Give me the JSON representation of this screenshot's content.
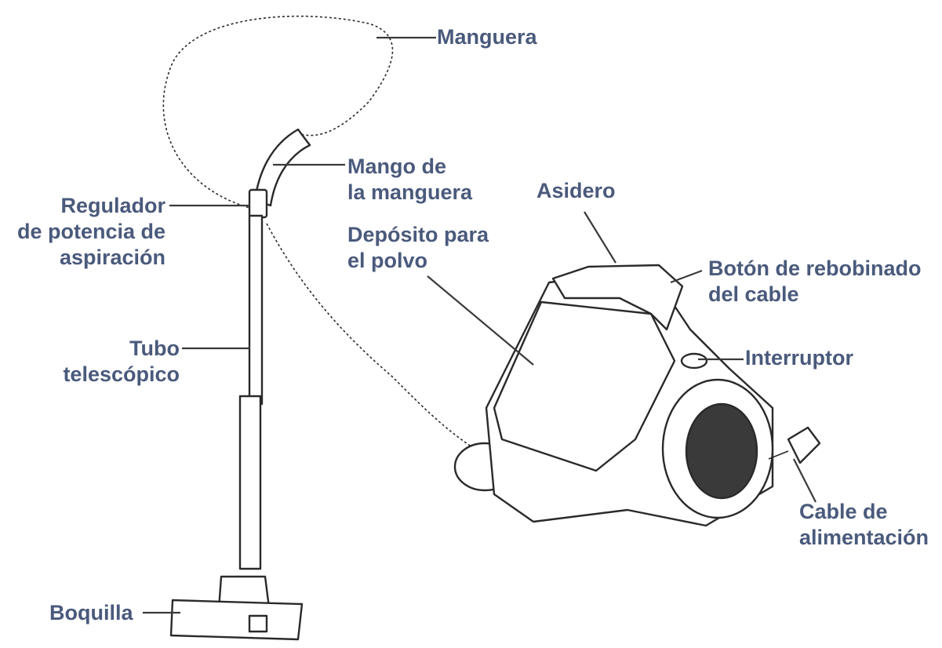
{
  "labels": {
    "manguera": [
      "Manguera"
    ],
    "mango": [
      "Mango de",
      "la manguera"
    ],
    "regulador": [
      "Regulador",
      "de potencia de",
      "aspiración"
    ],
    "asidero": [
      "Asidero"
    ],
    "deposito": [
      "Depósito para",
      "el polvo"
    ],
    "boton": [
      "Botón de rebobinado",
      "del cable"
    ],
    "interruptor": [
      "Interruptor"
    ],
    "tubo": [
      "Tubo",
      "telescópico"
    ],
    "cable": [
      "Cable de",
      "alimentación"
    ],
    "boquilla": [
      "Boquilla"
    ]
  },
  "colors": {
    "label": "#4a5a7c",
    "line": "#3a3a3a"
  }
}
